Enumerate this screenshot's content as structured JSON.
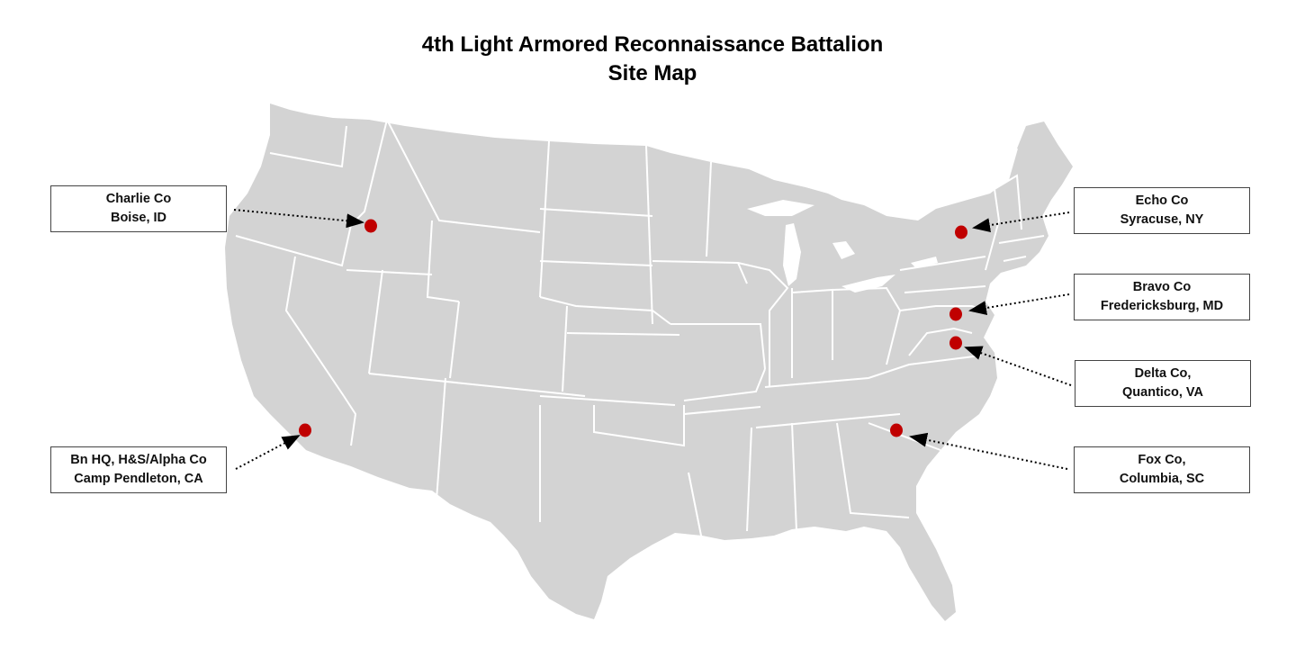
{
  "title": {
    "line1": "4th Light Armored Reconnaissance Battalion",
    "line2": "Site Map"
  },
  "colors": {
    "land": "#d3d3d3",
    "borders": "#ffffff",
    "marker": "#c00000",
    "leader": "#000000"
  },
  "sites": [
    {
      "id": "charlie",
      "unit": "Charlie Co",
      "location": "Boise, ID"
    },
    {
      "id": "hq",
      "unit": "Bn HQ, H&S/Alpha Co",
      "location": "Camp Pendleton, CA"
    },
    {
      "id": "echo",
      "unit": "Echo Co",
      "location": "Syracuse, NY"
    },
    {
      "id": "bravo",
      "unit": "Bravo Co",
      "location": "Fredericksburg, MD"
    },
    {
      "id": "delta",
      "unit": "Delta Co,",
      "location": "Quantico, VA"
    },
    {
      "id": "fox",
      "unit": "Fox Co,",
      "location": "Columbia, SC"
    }
  ]
}
